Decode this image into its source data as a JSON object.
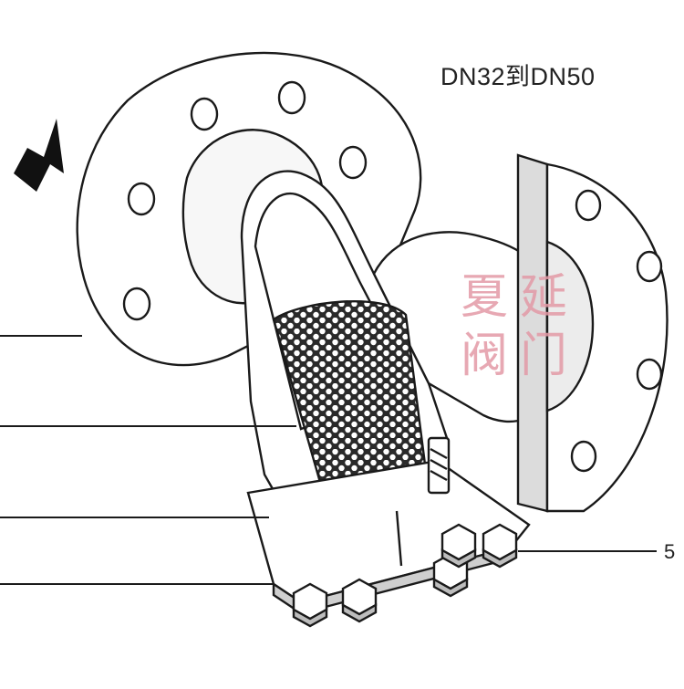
{
  "title": "DN32到DN50",
  "callouts": [
    {
      "id": "partial-left-1",
      "label": ""
    },
    {
      "id": "partial-left-2",
      "label": ""
    },
    {
      "id": "partial-left-3",
      "label": ""
    },
    {
      "id": "partial-left-4",
      "label": ""
    },
    {
      "id": "right-5",
      "label": "5"
    }
  ],
  "watermark": {
    "line1_a": "夏",
    "line1_b": "延",
    "line2_a": "阀",
    "line2_b": "门"
  },
  "colors": {
    "line": "#1a1a1a",
    "body_fill": "#ffffff",
    "mesh": "#2a2a2a",
    "shade": "#c8c8c8",
    "watermark": "#e39aa6"
  },
  "icons": {
    "flow": "flow-arrow-icon"
  }
}
